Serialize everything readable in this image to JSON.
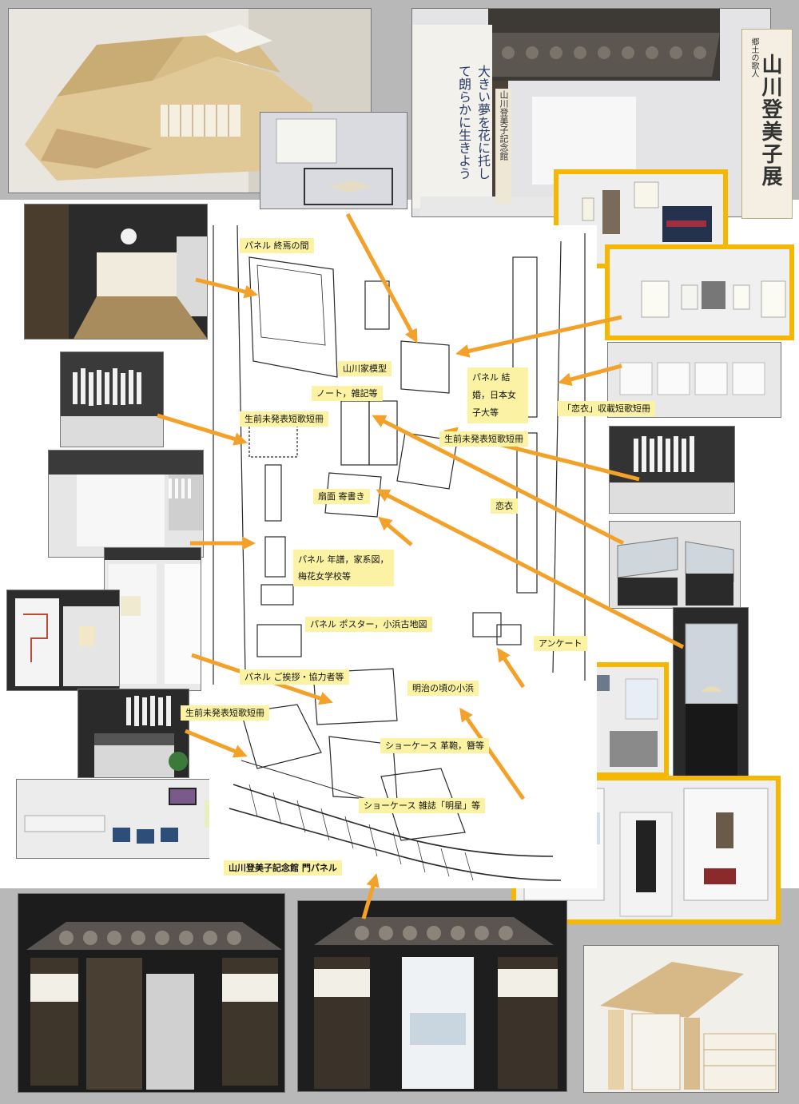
{
  "title_banner": {
    "main": "山川登美子展",
    "sub": "郷土の歌人"
  },
  "labels": {
    "panel_shuen": "パネル 終焉の間",
    "yamakawa_model": "山川家模型",
    "panel_marriage": "パネル 結婚，日本女子大等",
    "note": "ノート，雑記等",
    "koigoromo_tanzaku": "「恋衣」収載短歌短冊",
    "unpublished_1": "生前未発表短歌短冊",
    "unpublished_2": "生前未発表短歌短冊",
    "unpublished_3": "生前未発表短歌短冊",
    "fan": "扇面 寄書き",
    "koigoromo": "恋衣",
    "panel_chronology": "パネル 年譜，家系図，梅花女学校等",
    "panel_poster": "パネル ポスター，小浜古地図",
    "survey": "アンケート",
    "panel_greeting": "パネル ご挨拶・協力者等",
    "meiji_obama": "明治の頃の小浜",
    "showcase_shoes": "ショーケース 革鞄，簪等",
    "showcase_myojo": "ショーケース 雑誌「明星」等",
    "memorial_gate": "山川登美子記念館 門パネル"
  },
  "photo_texts": {
    "poster_poem": "大きい夢を花に托して朗らかに生きよう",
    "gate_sign": "山川登美子記念館"
  },
  "colors": {
    "arrow": "#f4a12a",
    "highlight": "#f6b700",
    "label_bg": "#fbf3a3",
    "band": "#b8b8b8"
  }
}
